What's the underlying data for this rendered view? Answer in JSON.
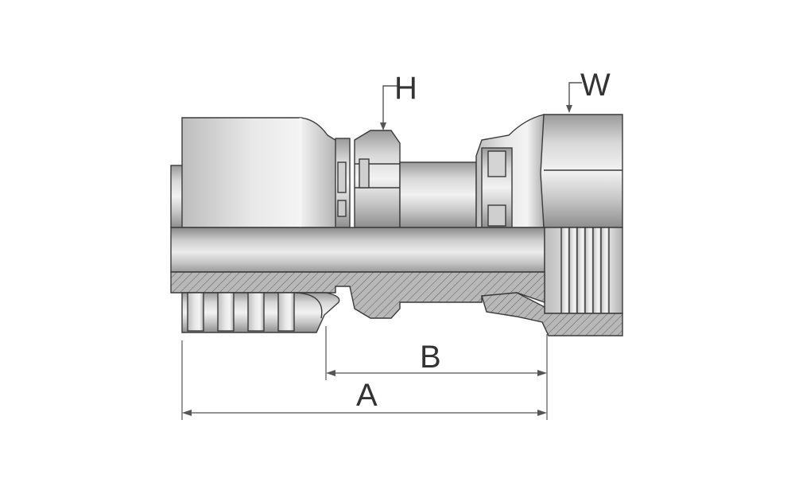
{
  "labels": {
    "hex_size": "H",
    "nut_size": "W",
    "length_b": "B",
    "length_a": "A"
  },
  "colors": {
    "metal_light": "#e6e6e6",
    "metal_mid": "#bdbdbd",
    "metal_dark": "#8c8c8c",
    "section": "#b3b3b3",
    "hatch": "#6a6a6a",
    "line": "#3a3a3a",
    "dimension": "#555555"
  }
}
